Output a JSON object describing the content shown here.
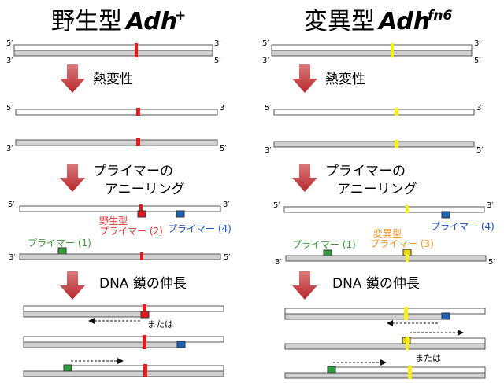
{
  "colors": {
    "strand_fill_top": "#ffffff",
    "strand_fill_bottom": "#d0d0d0",
    "strand_stroke": "#555555",
    "wildtype_site": "#e6191c",
    "mutant_site": "#f5ef1a",
    "primer_green": "#2f9e3a",
    "primer_blue": "#1a63b8",
    "primer_red": "#d62d2a",
    "primer_yellow": "#e9d21a",
    "label_green": "#3a9a3a",
    "label_blue": "#1a4fc2",
    "label_red": "#e23330",
    "label_orange": "#f0961e",
    "arrow": "#c43a3c"
  },
  "left_panel": {
    "title_kanji": "野生型",
    "title_gene": "Adh",
    "title_sup": "+",
    "step1": "熱変性",
    "step2_line1": "プライマーの",
    "step2_line2": "アニーリング",
    "step3": "DNA 鎖の伸長",
    "primer_wt_line1": "野生型",
    "primer_wt_line2": "プライマー (2)",
    "primer_blue": "プライマー (4)",
    "primer_green": "プライマー (1)",
    "or_text": "または"
  },
  "right_panel": {
    "title_kanji": "変異型",
    "title_gene": "Adh",
    "title_sup": "fn6",
    "step1": "熱変性",
    "step2_line1": "プライマーの",
    "step2_line2": "アニーリング",
    "step3": "DNA 鎖の伸長",
    "primer_mut_line1": "変異型",
    "primer_mut_line2": "プライマー (3)",
    "primer_blue": "プライマー (4)",
    "primer_green": "プライマー (1)",
    "or_text": "または"
  },
  "end_labels": {
    "five": "5′",
    "three": "3′"
  }
}
